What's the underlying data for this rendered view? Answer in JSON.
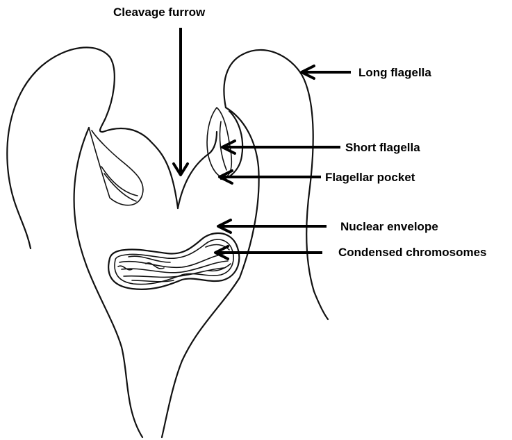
{
  "labels": {
    "cleavage_furrow": "Cleavage furrow",
    "long_flagella": "Long flagella",
    "short_flagella": "Short flagella",
    "flagellar_pocket": "Flagellar pocket",
    "nuclear_envelope": "Nuclear envelope",
    "condensed_chromosomes": "Condensed chromosomes"
  },
  "colors": {
    "ink": "#000000",
    "background": "#ffffff"
  }
}
